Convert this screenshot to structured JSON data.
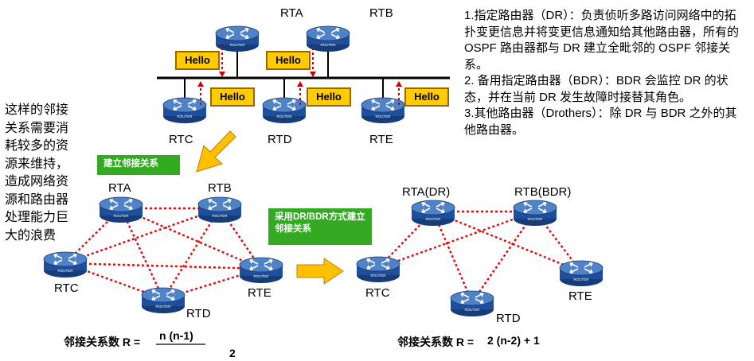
{
  "top": {
    "routers": {
      "rta": "RTA",
      "rtb": "RTB",
      "rtc": "RTC",
      "rtd": "RTD",
      "rte": "RTE"
    },
    "hello": "Hello"
  },
  "router_badge": "ROUTER",
  "description": {
    "dr": "1.指定路由器（DR）：负责侦听多路访问网络中的拓扑变更信息并将变更信息通知给其他路由器，所有的 OSPF 路由器都与 DR 建立全毗邻的 OSPF 邻接关系。",
    "bdr": "2. 备用指定路由器（BDR）：BDR 会监控 DR 的状态，并在当前 DR 发生故障时接替其角色。",
    "drothers": "3.其他路由器（Drothers）：除 DR 与 BDR 之外的其他路由器。"
  },
  "left_note": "这样的邻接关系需要消耗较多的资源来维持，造成网络资源和路由器处理能力巨大的浪费",
  "box_full_mesh": "建立邻接关系",
  "box_dr_bdr": "采用DR/BDR方式建立邻接关系",
  "full_mesh": {
    "routers": {
      "rta": "RTA",
      "rtb": "RTB",
      "rtc": "RTC",
      "rtd": "RTD",
      "rte": "RTE"
    },
    "formula_prefix": "邻接关系数 R =",
    "numerator": "n (n-1)",
    "denominator": "2"
  },
  "dr_mode": {
    "routers": {
      "rta": "RTA(DR)",
      "rtb": "RTB(BDR)",
      "rtc": "RTC",
      "rtd": "RTD",
      "rte": "RTE"
    },
    "formula_prefix": "邻接关系数 R =",
    "formula_value": "2 (n-2) + 1"
  },
  "colors": {
    "router": "#1f4f9a",
    "link": "#dd1111",
    "hello": "#ffcc00",
    "green_box": "#33aa22",
    "arrow": "#ffc000"
  }
}
